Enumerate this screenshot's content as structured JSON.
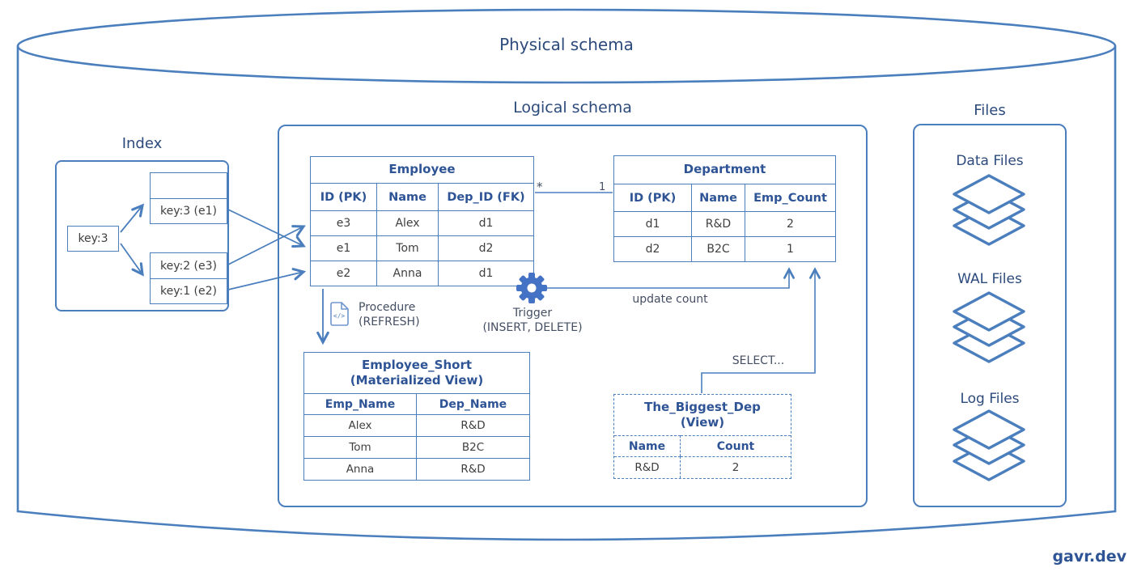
{
  "watermark": "gavr.dev",
  "colors": {
    "stroke": "#4a7ebd",
    "heading": "#2e5496",
    "accent": "#4472c4"
  },
  "sections": {
    "physical": {
      "label": "Physical schema"
    },
    "logical": {
      "label": "Logical schema"
    },
    "index": {
      "label": "Index",
      "root": "key:3",
      "leaf_empty": "",
      "leaf1": "key:3 (e1)",
      "leaf2": "key:2 (e3)",
      "leaf3": "key:1 (e2)"
    },
    "files": {
      "label": "Files",
      "items": [
        {
          "label": "Data Files",
          "icon": "layers-icon"
        },
        {
          "label": "WAL Files",
          "icon": "layers-icon"
        },
        {
          "label": "Log Files",
          "icon": "layers-icon"
        }
      ]
    }
  },
  "tables": {
    "employee": {
      "title": "Employee",
      "columns": [
        "ID (PK)",
        "Name",
        "Dep_ID (FK)"
      ],
      "rows": [
        [
          "e3",
          "Alex",
          "d1"
        ],
        [
          "e1",
          "Tom",
          "d2"
        ],
        [
          "e2",
          "Anna",
          "d1"
        ]
      ]
    },
    "department": {
      "title": "Department",
      "columns": [
        "ID (PK)",
        "Name",
        "Emp_Count"
      ],
      "rows": [
        [
          "d1",
          "R&D",
          "2"
        ],
        [
          "d2",
          "B2C",
          "1"
        ]
      ]
    },
    "employee_short": {
      "title": "Employee_Short",
      "subtitle": "(Materialized View)",
      "columns": [
        "Emp_Name",
        "Dep_Name"
      ],
      "rows": [
        [
          "Alex",
          "R&D"
        ],
        [
          "Tom",
          "B2C"
        ],
        [
          "Anna",
          "R&D"
        ]
      ]
    },
    "biggest_dep": {
      "title": "The_Biggest_Dep",
      "subtitle": "(View)",
      "columns": [
        "Name",
        "Count"
      ],
      "rows": [
        [
          "R&D",
          "2"
        ]
      ]
    }
  },
  "annotations": {
    "procedure_line1": "Procedure",
    "procedure_line2": "(REFRESH)",
    "trigger_line1": "Trigger",
    "trigger_line2": "(INSERT, DELETE)",
    "update_count": "update count",
    "select": "SELECT...",
    "cardinality_many": "*",
    "cardinality_one": "1"
  },
  "icons": {
    "trigger": "gear-icon",
    "procedure": "code-file-icon",
    "files": "layers-icon"
  }
}
